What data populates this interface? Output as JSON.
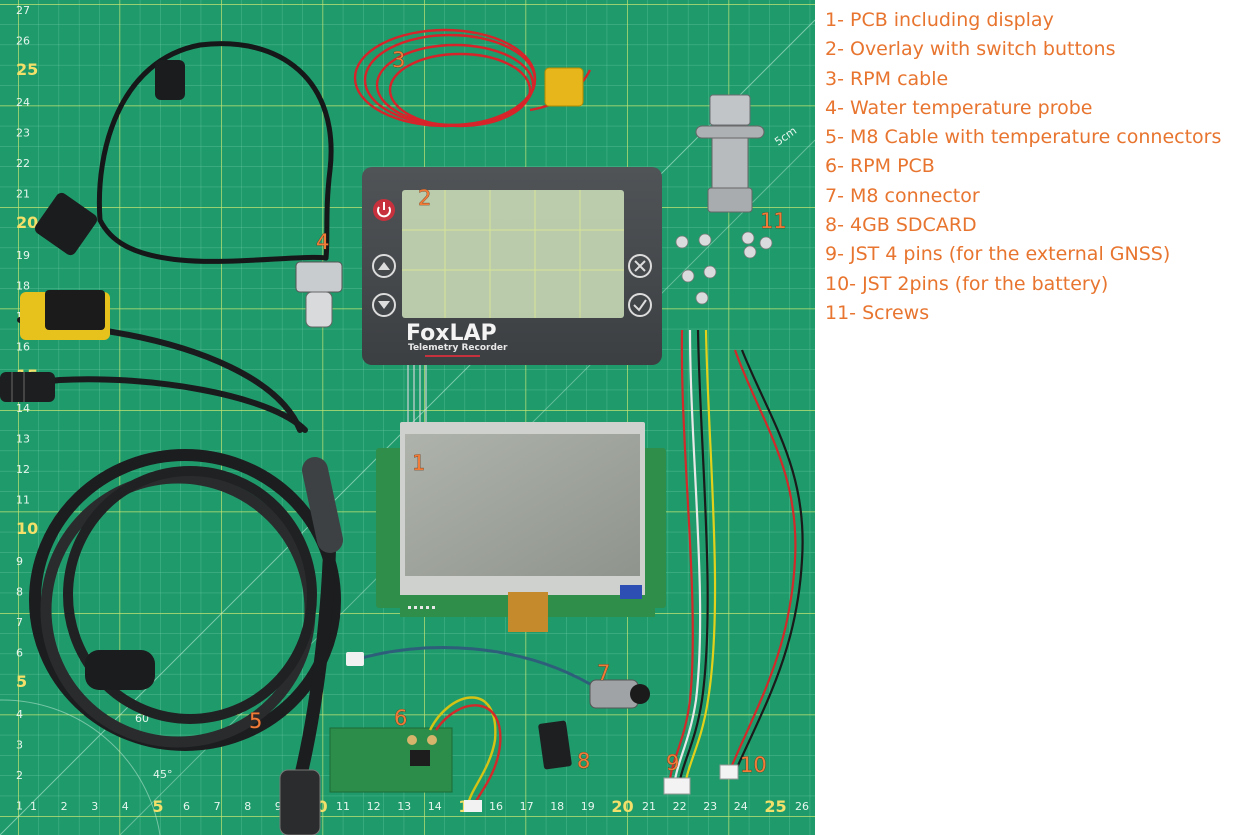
{
  "legend": [
    "1- PCB including display",
    "2- Overlay with switch buttons",
    "3- RPM cable",
    "4- Water temperature probe",
    "5- M8 Cable with temperature connectors",
    "6- RPM PCB",
    "7- M8 connector",
    "8- 4GB SDCARD",
    "9- JST 4 pins (for the external GNSS)",
    "10- JST 2pins (for the battery)",
    "11- Screws"
  ],
  "photo_labels": {
    "n1": "1",
    "n2": "2",
    "n3": "3",
    "n4": "4",
    "n5": "5",
    "n6": "6",
    "n7": "7",
    "n8": "8",
    "n9": "9",
    "n10": "10",
    "n11": "11"
  },
  "overlay": {
    "brand": "FoxLAP",
    "subtitle": "Telemetry Recorder"
  },
  "ruler": {
    "bottom": [
      "1",
      "2",
      "3",
      "4",
      "5",
      "6",
      "7",
      "8",
      "9",
      "10",
      "11",
      "12",
      "13",
      "14",
      "15",
      "16",
      "17",
      "18",
      "19",
      "20",
      "21",
      "22",
      "23",
      "24",
      "25",
      "26"
    ],
    "left": [
      "27",
      "26",
      "25",
      "24",
      "23",
      "22",
      "21",
      "20",
      "19",
      "18",
      "17",
      "16",
      "15",
      "14",
      "13",
      "12",
      "11",
      "10",
      "9",
      "8",
      "7",
      "6",
      "5",
      "4",
      "3",
      "2",
      "1"
    ],
    "angle_60": "60°",
    "angle_45": "45°",
    "cm": "5cm"
  },
  "colors": {
    "mat": "#1f9a6b",
    "label_orange": "#f07c3a",
    "legend_orange": "#e8752f"
  }
}
